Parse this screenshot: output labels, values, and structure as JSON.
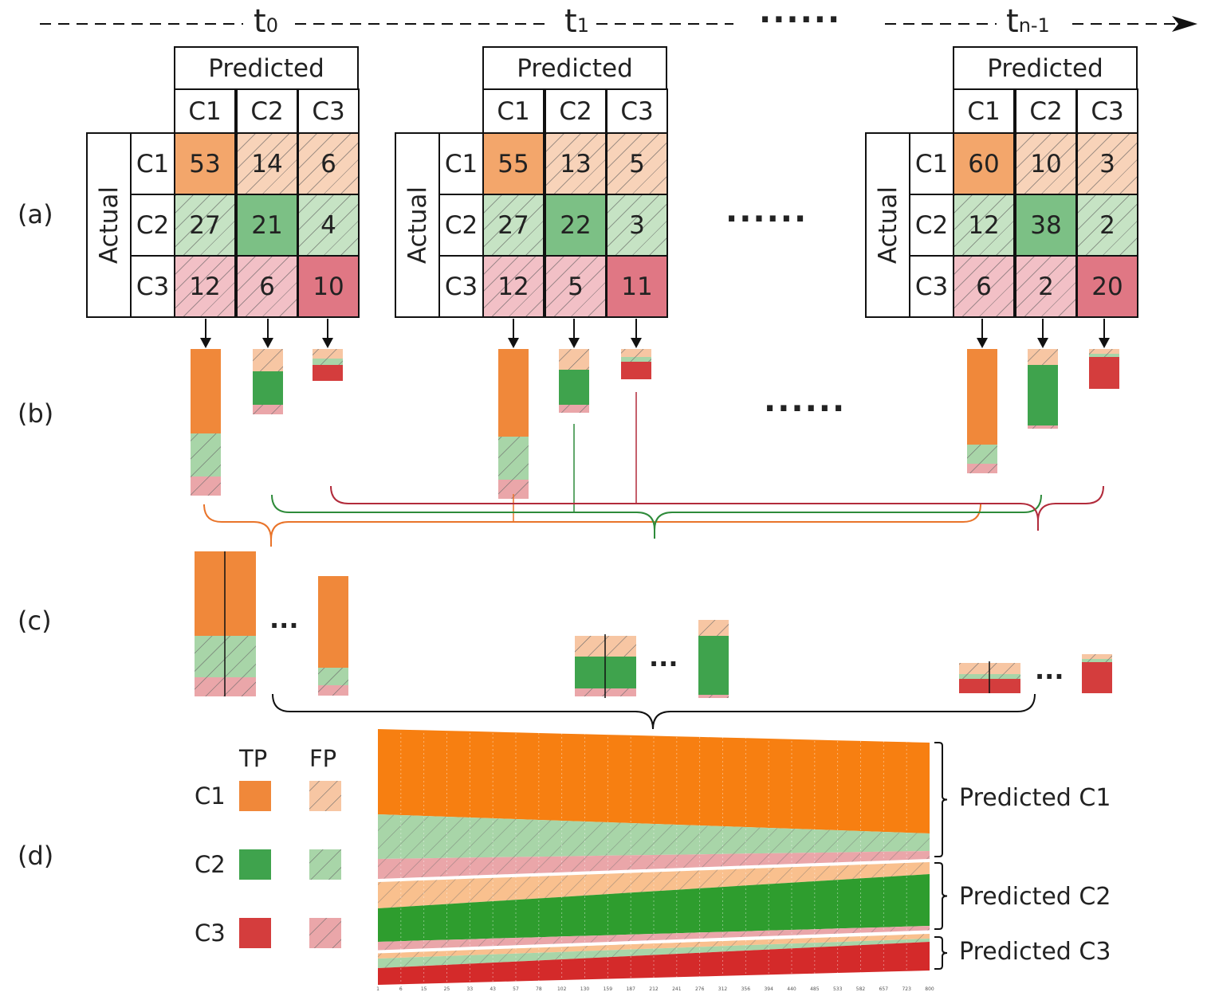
{
  "timeline": {
    "steps": [
      "t",
      "t",
      "t"
    ],
    "subs": [
      "0",
      "1",
      "n-1"
    ],
    "gap": "······"
  },
  "rows": {
    "a": "(a)",
    "b": "(b)",
    "c": "(c)",
    "d": "(d)"
  },
  "matrix": {
    "predicted": "Predicted",
    "actual": "Actual",
    "classes": [
      "C1",
      "C2",
      "C3"
    ]
  },
  "matrices": [
    {
      "values": [
        [
          53,
          14,
          6
        ],
        [
          27,
          21,
          4
        ],
        [
          12,
          6,
          10
        ]
      ]
    },
    {
      "values": [
        [
          55,
          13,
          5
        ],
        [
          27,
          22,
          3
        ],
        [
          12,
          5,
          11
        ]
      ]
    },
    {
      "values": [
        [
          60,
          10,
          3
        ],
        [
          12,
          38,
          2
        ],
        [
          6,
          2,
          20
        ]
      ]
    }
  ],
  "ellipsis_long": "······",
  "ellipsis_short": "···",
  "legend": {
    "tp": "TP",
    "fp": "FP",
    "classes": [
      "C1",
      "C2",
      "C3"
    ],
    "colors": {
      "c1": "#f0883a",
      "c2": "#3fa34d",
      "c3": "#d43d3d",
      "c1_light": "#f7c6a3",
      "c2_light": "#a8d5a8",
      "c3_light": "#eaa6a9"
    }
  },
  "stream_labels": [
    "Predicted C1",
    "Predicted C2",
    "Predicted C3"
  ],
  "stream_ticks": [
    "1",
    "6",
    "15",
    "25",
    "33",
    "43",
    "57",
    "78",
    "102",
    "130",
    "159",
    "187",
    "212",
    "241",
    "276",
    "312",
    "356",
    "394",
    "440",
    "485",
    "533",
    "582",
    "657",
    "723",
    "800"
  ]
}
